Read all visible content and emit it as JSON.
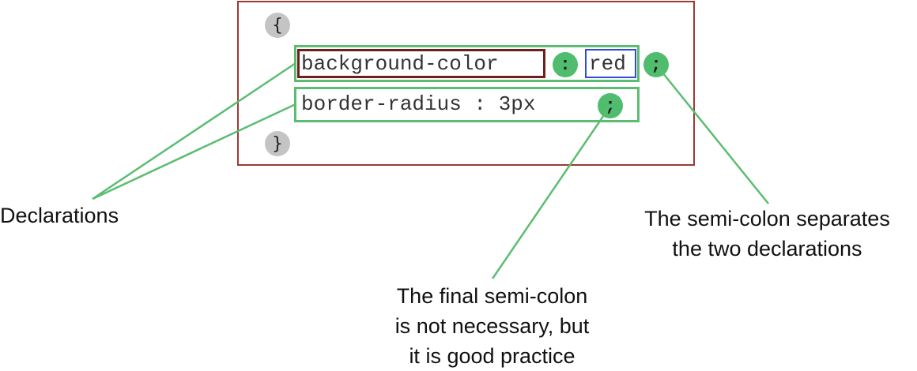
{
  "code": {
    "open_brace": "{",
    "close_brace": "}",
    "decl1_property": "background-color",
    "decl1_colon": ":",
    "decl1_value": "red",
    "decl1_semicolon": ";",
    "decl2_text": "border-radius : 3px",
    "decl2_semicolon": ";"
  },
  "labels": {
    "declarations": "Declarations",
    "separator_line1": "The semi-colon separates",
    "separator_line2": "the two declarations",
    "final_line1": "The final semi-colon",
    "final_line2": "is not necessary, but",
    "final_line3": "it is good practice"
  },
  "colors": {
    "rule_border": "#9b3a35",
    "declaration_border": "#5cbd72",
    "property_border": "#6e1f1d",
    "value_border": "#2f4bd8",
    "punctuation_fill": "#4fbd6d",
    "brace_fill": "#c4c4c4"
  }
}
